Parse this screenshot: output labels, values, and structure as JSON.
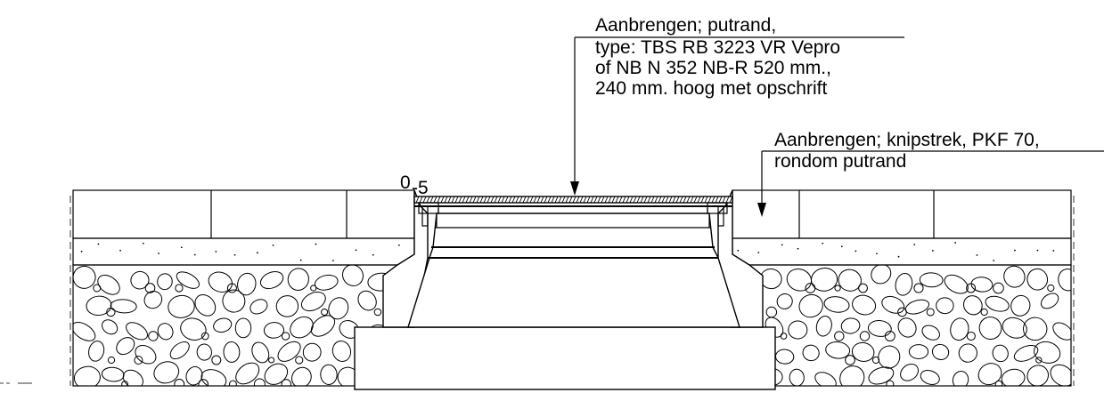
{
  "annotations": {
    "putrand": {
      "lines": [
        "Aanbrengen; putrand,",
        "type: TBS RB 3223 VR Vepro",
        "of NB N 352 NB-R 520 mm.,",
        "240 mm. hoog met opschrift"
      ]
    },
    "knipstrek": {
      "lines": [
        "Aanbrengen; knipstrek, PKF 70,",
        "rondom putrand"
      ]
    },
    "dimension": {
      "main": "0",
      "sub": "-5"
    }
  }
}
